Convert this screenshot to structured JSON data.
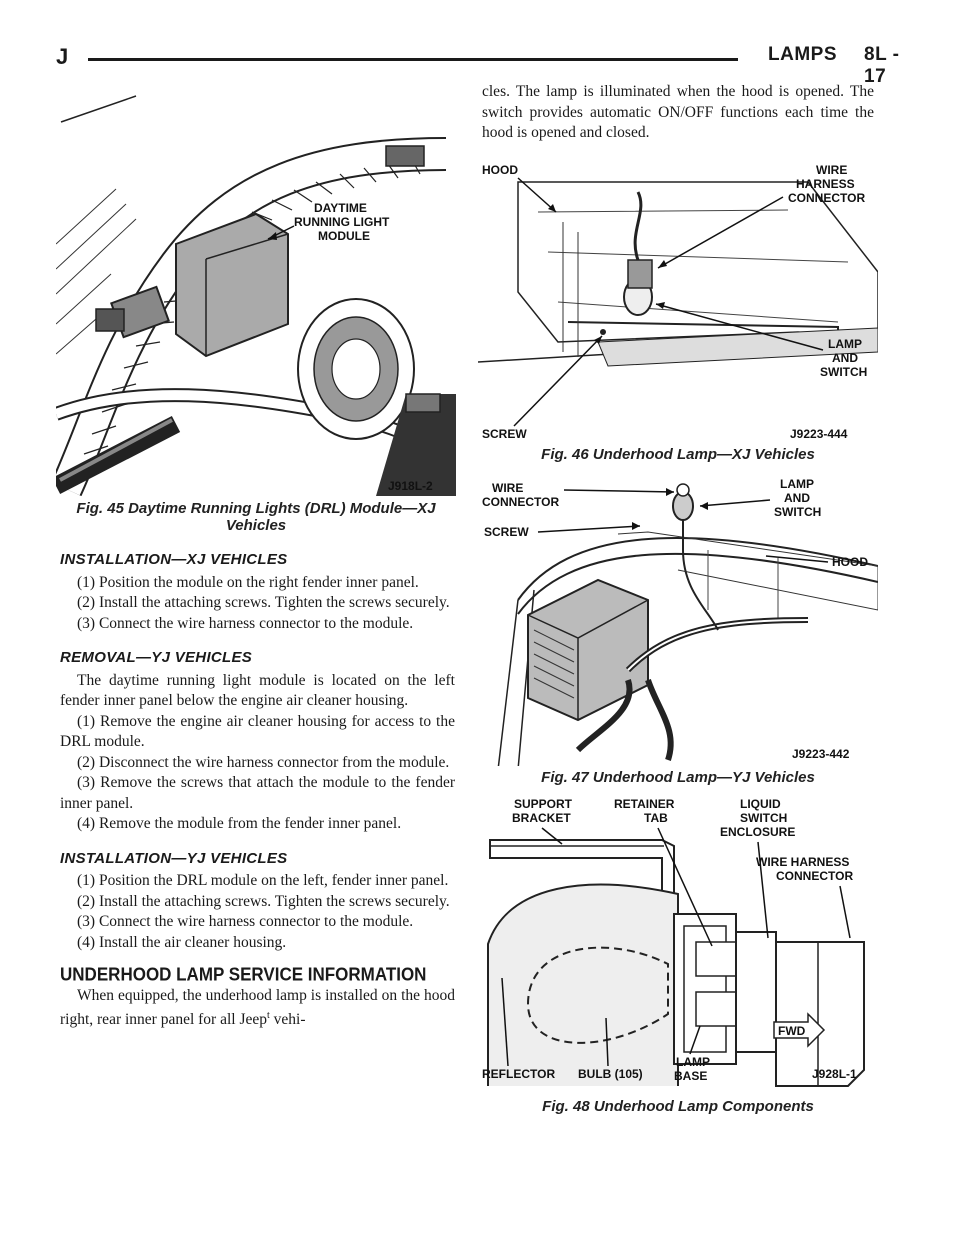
{
  "header": {
    "letter": "J",
    "section": "LAMPS",
    "page": "8L - 17"
  },
  "figures": {
    "fig45": {
      "caption": "Fig. 45 Daytime Running Lights (DRL) Module—XJ Vehicles",
      "label_module": [
        "DAYTIME",
        "RUNNING LIGHT",
        "MODULE"
      ],
      "code": "J918L-2"
    },
    "fig46": {
      "caption": "Fig. 46 Underhood Lamp—XJ Vehicles",
      "label_hood": "HOOD",
      "label_wire": [
        "WIRE",
        "HARNESS",
        "CONNECTOR"
      ],
      "label_lamp": [
        "LAMP",
        "AND",
        "SWITCH"
      ],
      "label_screw": "SCREW",
      "code": "J9223-444"
    },
    "fig47": {
      "caption": "Fig. 47 Underhood Lamp—YJ Vehicles",
      "label_wire": [
        "WIRE",
        "CONNECTOR"
      ],
      "label_screw": "SCREW",
      "label_lamp": [
        "LAMP",
        "AND",
        "SWITCH"
      ],
      "label_hood": "HOOD",
      "code": "J9223-442"
    },
    "fig48": {
      "caption": "Fig. 48 Underhood Lamp Components",
      "label_support": [
        "SUPPORT",
        "BRACKET"
      ],
      "label_retainer": [
        "RETAINER",
        "TAB"
      ],
      "label_liquid": [
        "LIQUID",
        "SWITCH",
        "ENCLOSURE"
      ],
      "label_wire": [
        "WIRE HARNESS",
        "CONNECTOR"
      ],
      "label_reflector": "REFLECTOR",
      "label_bulb": "BULB (105)",
      "label_base": [
        "LAMP",
        "BASE"
      ],
      "label_fwd": "FWD",
      "code": "J928L-1"
    }
  },
  "left_column": {
    "install_xj_heading": "INSTALLATION—XJ VEHICLES",
    "install_xj": [
      "(1) Position the module on the right fender inner panel.",
      "(2) Install the attaching screws. Tighten the screws securely.",
      "(3) Connect the wire harness connector to the module."
    ],
    "removal_yj_heading": "REMOVAL—YJ VEHICLES",
    "removal_yj_intro": "The daytime running light module is located on the left fender inner panel below the engine air cleaner housing.",
    "removal_yj": [
      "(1) Remove the engine air cleaner housing for access to the DRL module.",
      "(2) Disconnect the wire harness connector from the module.",
      "(3) Remove the screws that attach the module to the fender inner panel.",
      "(4) Remove the module from the fender inner panel."
    ],
    "install_yj_heading": "INSTALLATION—YJ VEHICLES",
    "install_yj": [
      "(1) Position the DRL module on the left, fender inner panel.",
      "(2) Install the attaching screws. Tighten the screws securely.",
      "(3) Connect the wire harness connector to the module.",
      "(4) Install the air cleaner housing."
    ],
    "underhood_heading": "UNDERHOOD LAMP SERVICE INFORMATION",
    "underhood_text_a": "When equipped, the underhood lamp is installed on the hood right, rear inner panel for all Jeep",
    "underhood_mark": "t",
    "underhood_text_b": " vehi-"
  },
  "right_column": {
    "intro": "cles. The lamp is illuminated when the hood is opened. The switch provides automatic ON/OFF functions each time the hood is opened and closed."
  }
}
